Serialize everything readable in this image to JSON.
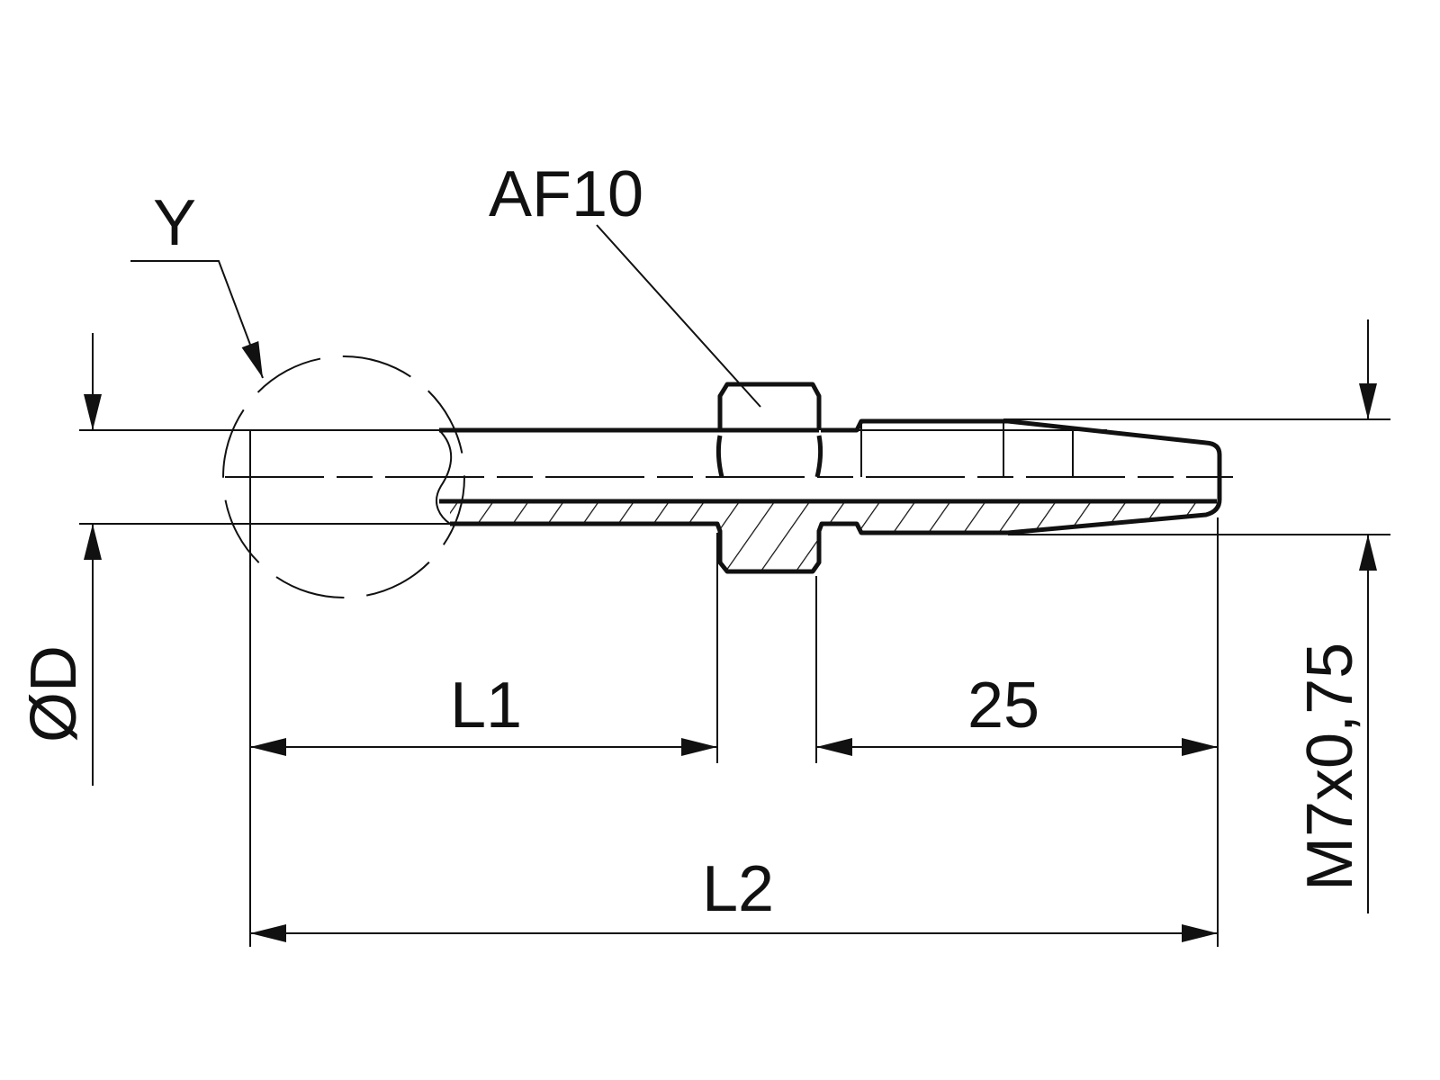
{
  "labels": {
    "detail": "Y",
    "hex": "AF10",
    "diameter": "ØD",
    "length1": "L1",
    "thread_length": "25",
    "length2": "L2",
    "thread": "M7x0,75"
  },
  "colors": {
    "line": "#111111",
    "background": "#ffffff"
  }
}
